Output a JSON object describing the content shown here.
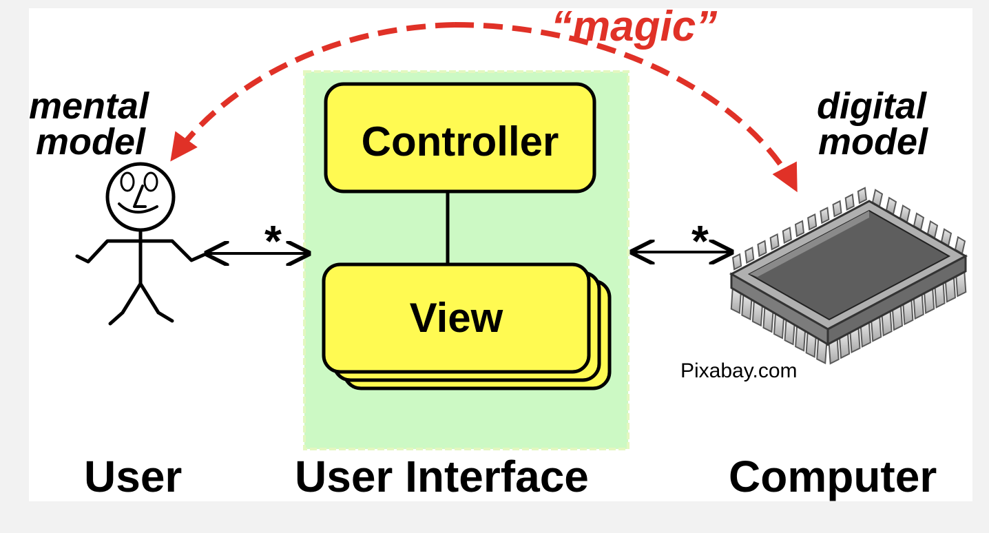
{
  "labels": {
    "user": "User",
    "user_interface": "User Interface",
    "computer": "Computer",
    "mental_model": [
      "mental",
      "model"
    ],
    "digital_model": [
      "digital",
      "model"
    ],
    "magic": "“magic”",
    "controller": "Controller",
    "view": "View",
    "star_left": "*",
    "star_right": "*",
    "image_credit": "Pixabay.com"
  },
  "colors": {
    "page_background": "#f2f2f2",
    "canvas_background": "#ffffff",
    "ui_panel_fill": "#ccf9c4",
    "box_fill": "#fffa52",
    "magic_arrow": "#e03127",
    "ink": "#000000",
    "chip_body": "#5e5e5e",
    "chip_pins": "#bdbdbd"
  },
  "icons": {
    "user": "stick-figure-icon",
    "computer": "microchip-icon"
  }
}
